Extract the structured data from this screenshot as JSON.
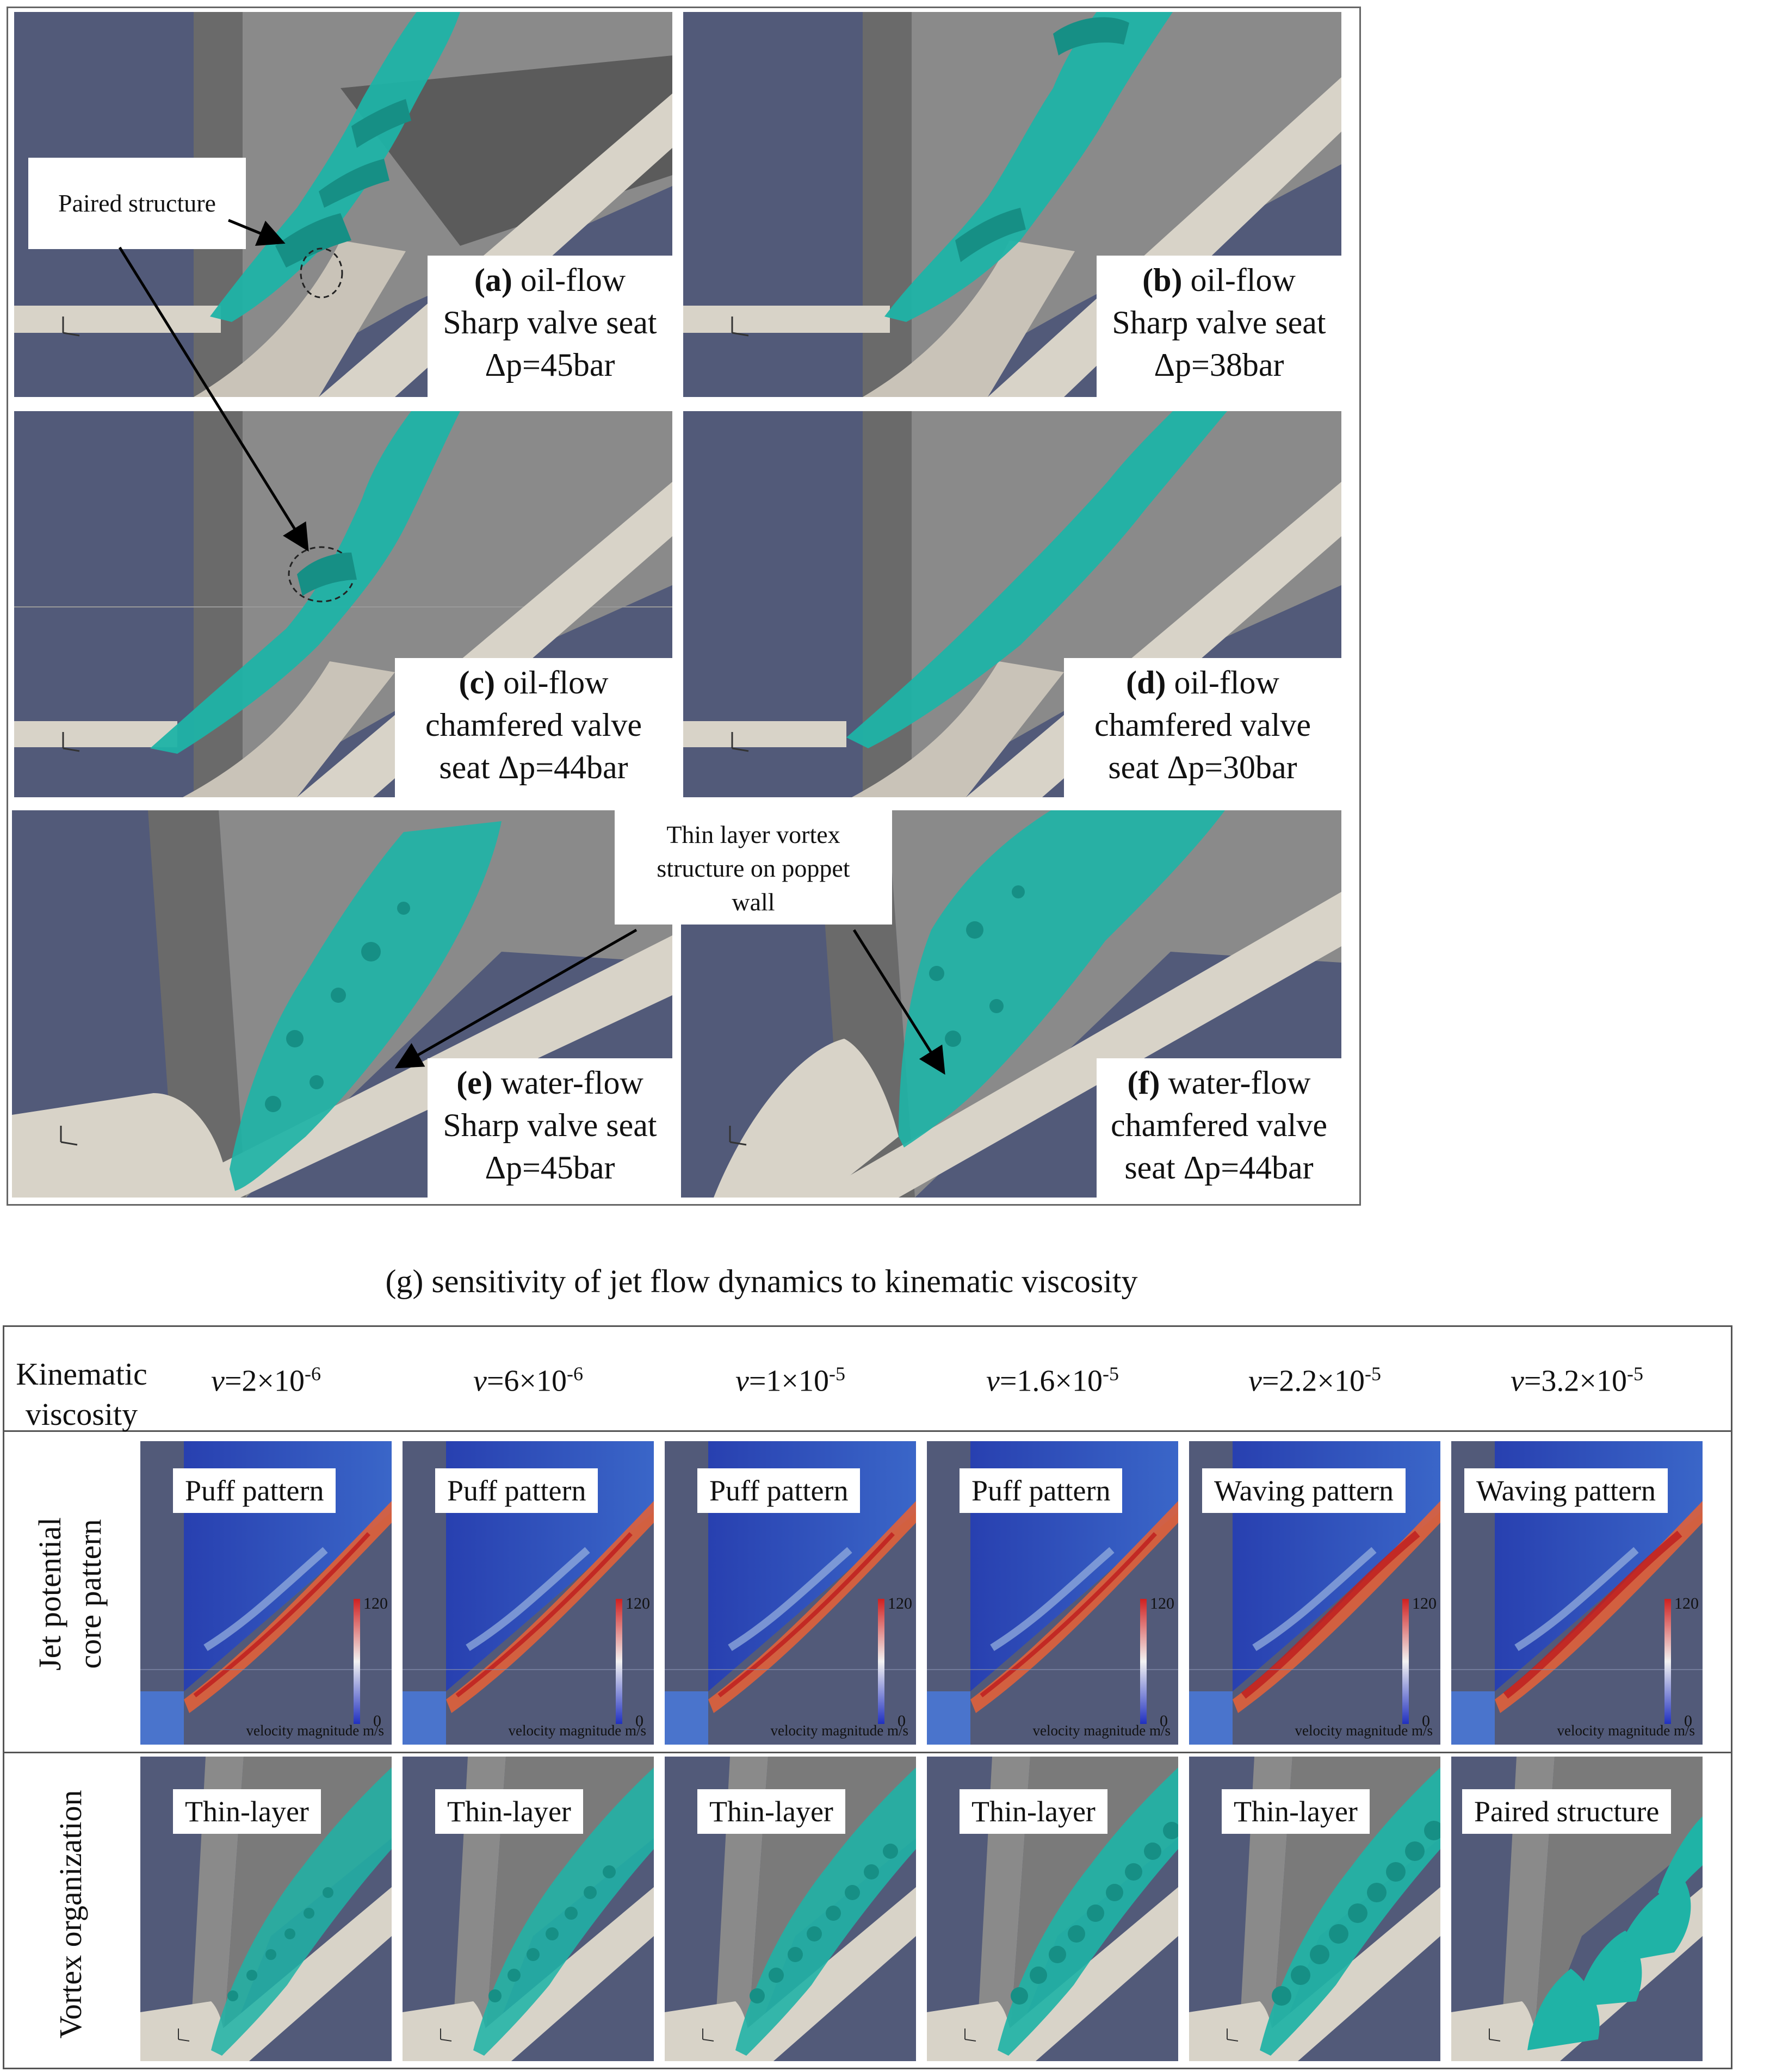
{
  "panels": [
    {
      "id": "a",
      "letter": "(a)",
      "fluid": "oil-flow",
      "line2": "Sharp valve seat",
      "line3": "Δp=45bar"
    },
    {
      "id": "b",
      "letter": "(b)",
      "fluid": "oil-flow",
      "line2": "Sharp valve seat",
      "line3": "Δp=38bar"
    },
    {
      "id": "c",
      "letter": "(c)",
      "fluid": "oil-flow",
      "line2": "chamfered valve",
      "line3": "seat Δp=44bar"
    },
    {
      "id": "d",
      "letter": "(d)",
      "fluid": "oil-flow",
      "line2": "chamfered valve",
      "line3": "seat Δp=30bar"
    },
    {
      "id": "e",
      "letter": "(e)",
      "fluid": "water-flow",
      "line2": "Sharp valve seat",
      "line3": "Δp=45bar"
    },
    {
      "id": "f",
      "letter": "(f)",
      "fluid": "water-flow",
      "line2": "chamfered valve",
      "line3": "seat Δp=44bar"
    }
  ],
  "callouts": {
    "paired": "Paired structure",
    "thin_line1": "Thin layer vortex",
    "thin_line2": "structure on poppet",
    "thin_line3": "wall"
  },
  "g": {
    "title": "(g) sensitivity of jet flow dynamics to kinematic viscosity",
    "kv_label_line1": "Kinematic",
    "kv_label_line2": "viscosity",
    "nu_symbol": "v",
    "row1_label_line1": "Jet potential",
    "row1_label_line2": "core pattern",
    "row2_label": "Vortex organization",
    "colorbar": {
      "max": "120",
      "min": "0",
      "caption": "velocity magnitude m/s"
    },
    "columns": [
      {
        "mant": "=2×10",
        "exp": "-6",
        "jet": "Puff pattern",
        "vortex": "Thin-layer"
      },
      {
        "mant": "=6×10",
        "exp": "-6",
        "jet": "Puff pattern",
        "vortex": "Thin-layer"
      },
      {
        "mant": "=1×10",
        "exp": "-5",
        "jet": "Puff pattern",
        "vortex": "Thin-layer"
      },
      {
        "mant": "=1.6×10",
        "exp": "-5",
        "jet": "Puff pattern",
        "vortex": "Thin-layer"
      },
      {
        "mant": "=2.2×10",
        "exp": "-5",
        "jet": "Waving pattern",
        "vortex": "Thin-layer"
      },
      {
        "mant": "=3.2×10",
        "exp": "-5",
        "jet": "Waving pattern",
        "vortex": "Paired structure"
      }
    ]
  },
  "colors": {
    "fluid_bg": "#525a79",
    "isosurface": "#1fb3a6",
    "wall": "#d8d3c8"
  }
}
